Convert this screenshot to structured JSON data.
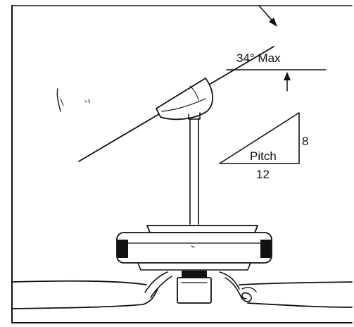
{
  "labels": {
    "max_angle": "34° Max",
    "pitch": "Pitch",
    "rise": "8",
    "run": "12"
  },
  "colors": {
    "ink": "#111111",
    "paper": "#ffffff"
  }
}
